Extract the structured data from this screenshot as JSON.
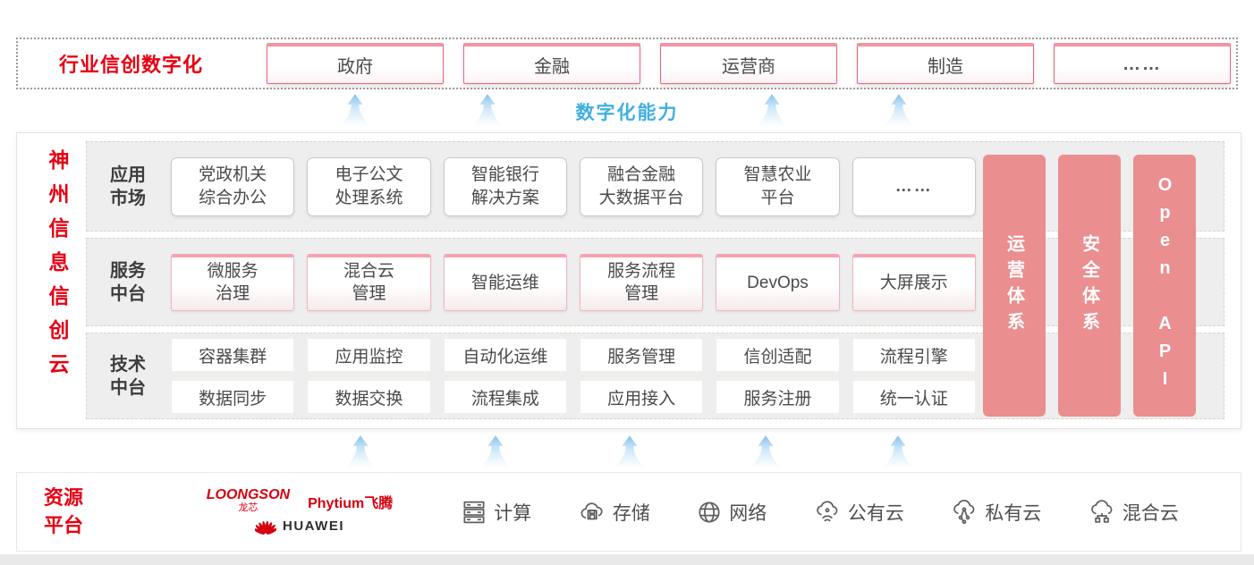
{
  "top_banner": {
    "label": "行业信创数字化",
    "sectors": [
      "政府",
      "金融",
      "运营商",
      "制造",
      "……"
    ]
  },
  "capability_label": "数字化能力",
  "platform": {
    "vertical_title": "神州信息信创云",
    "rows": [
      {
        "label_lines": [
          "应用",
          "市场"
        ],
        "items": [
          [
            "党政机关",
            "综合办公"
          ],
          [
            "电子公文",
            "处理系统"
          ],
          [
            "智能银行",
            "解决方案"
          ],
          [
            "融合金融",
            "大数据平台"
          ],
          [
            "智慧农业",
            "平台"
          ],
          [
            "……"
          ]
        ]
      },
      {
        "label_lines": [
          "服务",
          "中台"
        ],
        "items": [
          [
            "微服务",
            "治理"
          ],
          [
            "混合云",
            "管理"
          ],
          [
            "智能运维"
          ],
          [
            "服务流程",
            "管理"
          ],
          [
            "DevOps"
          ],
          [
            "大屏展示"
          ]
        ]
      },
      {
        "label_lines": [
          "技术",
          "中台"
        ],
        "items_top": [
          "容器集群",
          "应用监控",
          "自动化运维",
          "服务管理",
          "信创适配",
          "流程引擎"
        ],
        "items_bottom": [
          "数据同步",
          "数据交换",
          "流程集成",
          "应用接入",
          "服务注册",
          "统一认证"
        ]
      }
    ],
    "side_bars": [
      "运营体系",
      "安全体系",
      "Open API"
    ]
  },
  "resources": {
    "label_lines": [
      "资源",
      "平台"
    ],
    "vendors": {
      "loongson": "LOONGSON",
      "loongson_cn": "龙芯",
      "phytium": "Phytium飞腾",
      "huawei": "HUAWEI"
    },
    "items": [
      {
        "icon": "compute-icon",
        "label": "计算"
      },
      {
        "icon": "storage-icon",
        "label": "存储"
      },
      {
        "icon": "network-icon",
        "label": "网络"
      },
      {
        "icon": "public-cloud-icon",
        "label": "公有云"
      },
      {
        "icon": "private-cloud-icon",
        "label": "私有云"
      },
      {
        "icon": "hybrid-cloud-icon",
        "label": "混合云"
      }
    ]
  },
  "colors": {
    "brand_red": "#e60012",
    "side_bar_pink": "#ea8e90",
    "capability_blue": "#3fb0e2",
    "sector_border_pink": "#e4687e"
  }
}
